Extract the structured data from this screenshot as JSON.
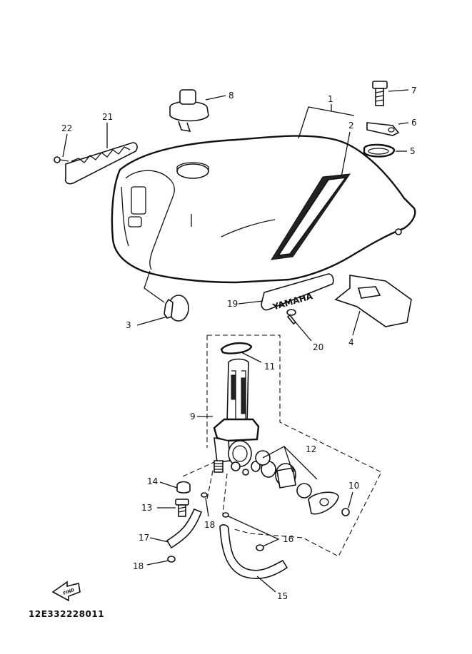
{
  "diagram": {
    "part_numbers": {
      "p1": "1",
      "p2": "2",
      "p3": "3",
      "p4": "4",
      "p5": "5",
      "p6": "6",
      "p7": "7",
      "p8": "8",
      "p9": "9",
      "p10": "10",
      "p11": "11",
      "p12": "12",
      "p13": "13",
      "p14": "14",
      "p15": "15",
      "p16": "16",
      "p17": "17",
      "p18a": "18",
      "p18b": "18",
      "p19": "19",
      "p20": "20",
      "p21": "21",
      "p22": "22"
    },
    "emblem_text": "YAMAHA",
    "find_text": "FIND",
    "drawing_code": "12E332228011"
  }
}
